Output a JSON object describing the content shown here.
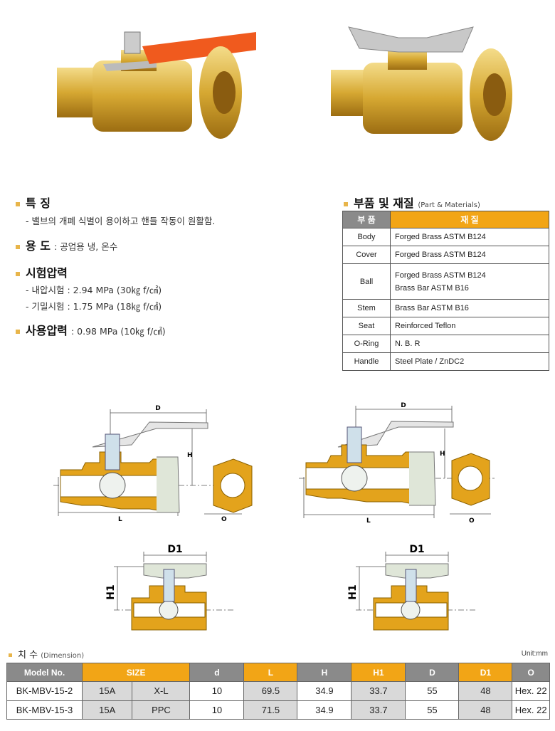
{
  "features": {
    "title": "특 징",
    "desc": "- 밸브의 개폐 식별이 용이하고 핸들 작동이 원활함."
  },
  "usage": {
    "title": "용 도",
    "value": ": 공업용 냉, 온수"
  },
  "test_pressure": {
    "title": "시험압력",
    "lines": [
      "- 내압시험 : 2.94 MPa (30㎏ f/㎠)",
      "- 기밀시험 : 1.75 MPa (18㎏ f/㎠)"
    ]
  },
  "working_pressure": {
    "title": "사용압력",
    "value": ": 0.98 MPa (10㎏ f/㎠)"
  },
  "parts": {
    "title": "부품 및 재질",
    "subtitle": "(Part & Materials)",
    "headers": [
      "부 품",
      "재 질"
    ],
    "rows": [
      {
        "part": "Body",
        "material": "Forged  Brass ASTM B124"
      },
      {
        "part": "Cover",
        "material": "Forged  Brass ASTM B124"
      },
      {
        "part": "Ball",
        "material": "Forged  Brass ASTM B124",
        "material2": "Brass Bar ASTM B16"
      },
      {
        "part": "Stem",
        "material": "Brass Bar ASTM B16"
      },
      {
        "part": "Seat",
        "material": "Reinforced  Teflon"
      },
      {
        "part": "O-Ring",
        "material": "N. B. R"
      },
      {
        "part": "Handle",
        "material": "Steel  Plate / ZnDC2"
      }
    ]
  },
  "drawing_labels": {
    "D": "D",
    "H": "H",
    "L": "L",
    "O": "O",
    "D1": "D1",
    "H1": "H1"
  },
  "dimension": {
    "title": "치 수",
    "subtitle": "(Dimension)",
    "unit": "Unit:mm",
    "headers": [
      "Model No.",
      "SIZE",
      "d",
      "L",
      "H",
      "H1",
      "D",
      "D1",
      "O"
    ],
    "rows": [
      [
        "BK-MBV-15-2",
        "15A",
        "X-L",
        "10",
        "69.5",
        "34.9",
        "33.7",
        "55",
        "48",
        "Hex. 22"
      ],
      [
        "BK-MBV-15-3",
        "15A",
        "PPC",
        "10",
        "71.5",
        "34.9",
        "33.7",
        "55",
        "48",
        "Hex. 22"
      ]
    ]
  },
  "colors": {
    "accent": "#f2a516",
    "header_gray": "#8a8a8a",
    "brass": "#d9a72e",
    "handle": "#f05a1e"
  }
}
